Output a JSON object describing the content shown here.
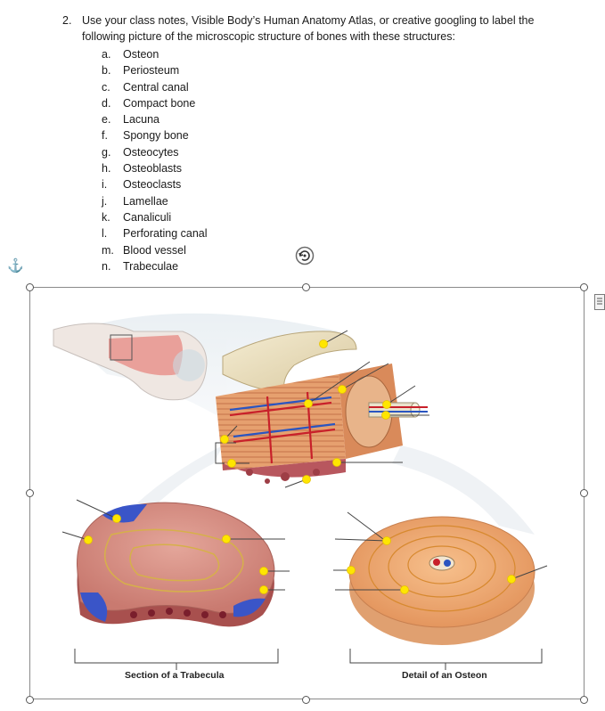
{
  "question": {
    "number": "2.",
    "text": "Use your class notes, Visible Body’s Human Anatomy Atlas, or creative googling to label the following picture of the microscopic structure of bones with these structures:",
    "options": [
      {
        "letter": "a.",
        "label": "Osteon"
      },
      {
        "letter": "b.",
        "label": "Periosteum"
      },
      {
        "letter": "c.",
        "label": "Central canal"
      },
      {
        "letter": "d.",
        "label": "Compact bone"
      },
      {
        "letter": "e.",
        "label": "Lacuna"
      },
      {
        "letter": "f.",
        "label": "Spongy bone"
      },
      {
        "letter": "g.",
        "label": "Osteocytes"
      },
      {
        "letter": "h.",
        "label": "Osteoblasts"
      },
      {
        "letter": "i.",
        "label": "Osteoclasts"
      },
      {
        "letter": "j.",
        "label": "Lamellae"
      },
      {
        "letter": "k.",
        "label": "Canaliculi"
      },
      {
        "letter": "l.",
        "label": "Perforating canal"
      },
      {
        "letter": "m.",
        "label": "Blood vessel"
      },
      {
        "letter": "n.",
        "label": "Trabeculae"
      }
    ]
  },
  "figure": {
    "caption_left": "Section of a Trabecula",
    "caption_right": "Detail of an Osteon"
  },
  "colors": {
    "label_dot": "#ffe600",
    "bone_pink": "#d9897f",
    "bone_orange": "#f0a66a",
    "periosteum_blue": "#3a55c8",
    "vessel_red": "#c8202a",
    "frame": "#8a8a8a"
  },
  "icons": {
    "anchor": "anchor-icon",
    "rotate": "rotate-handle-icon",
    "layout": "layout-options-icon"
  }
}
